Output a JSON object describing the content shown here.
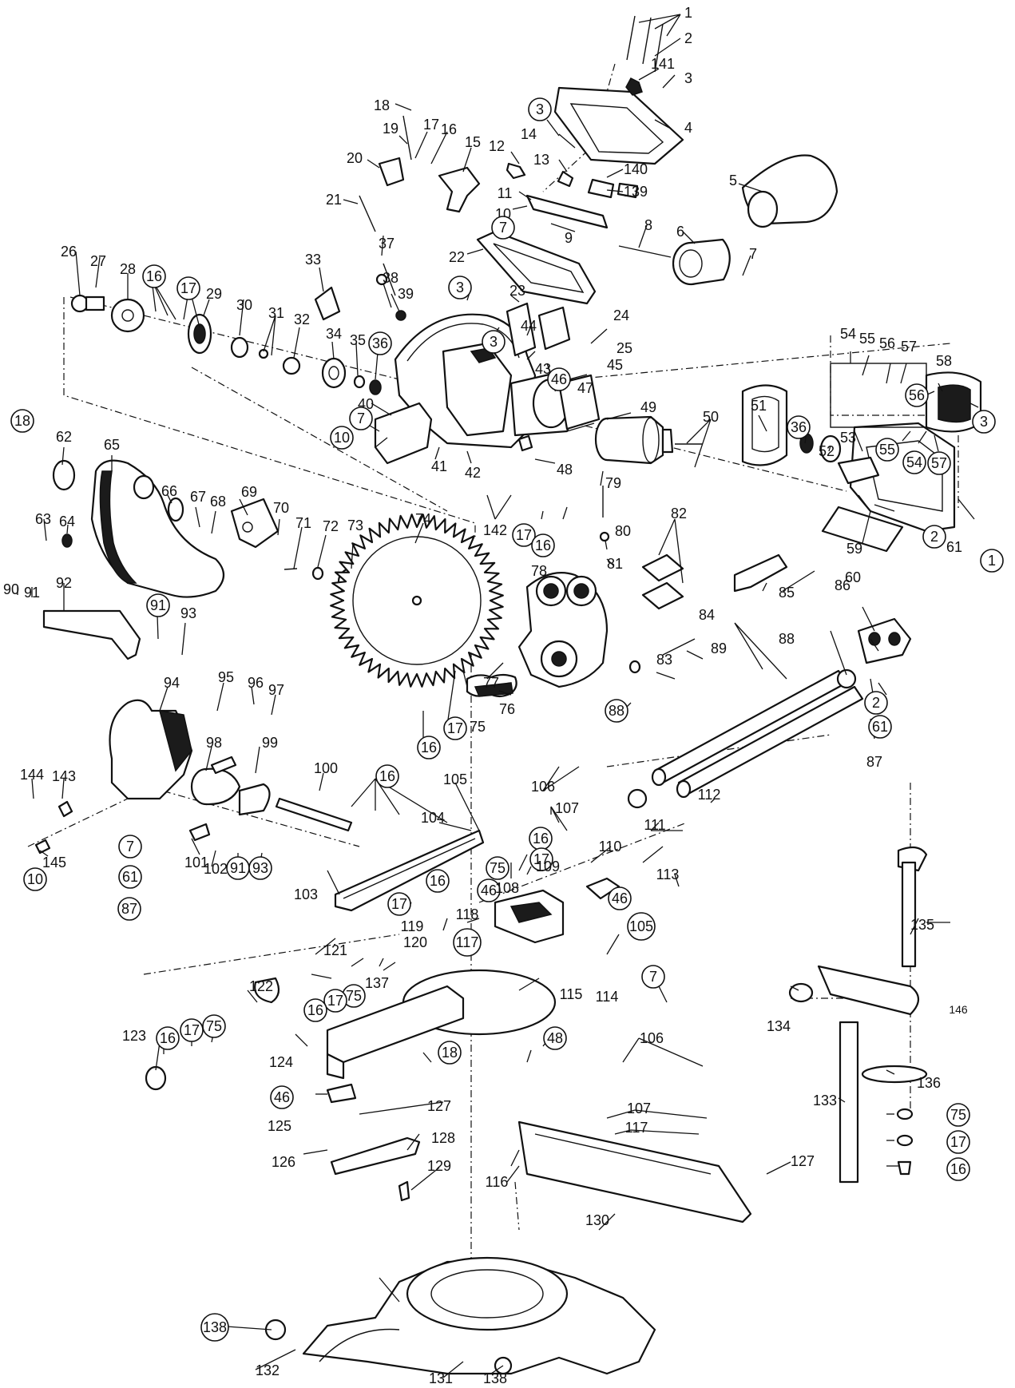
{
  "diagram": {
    "labels": [
      {
        "id": "c1",
        "text": "1"
      },
      {
        "id": "c2",
        "text": "2"
      },
      {
        "id": "c141",
        "text": "141"
      },
      {
        "id": "c3a",
        "text": "3"
      },
      {
        "id": "c4",
        "text": "4"
      },
      {
        "id": "c3b",
        "text": "3"
      },
      {
        "id": "c14",
        "text": "14"
      },
      {
        "id": "c13",
        "text": "13"
      },
      {
        "id": "c140",
        "text": "140"
      },
      {
        "id": "c139",
        "text": "139"
      },
      {
        "id": "c5",
        "text": "5"
      },
      {
        "id": "c6",
        "text": "6"
      },
      {
        "id": "c7a",
        "text": "7"
      },
      {
        "id": "c8",
        "text": "8"
      },
      {
        "id": "c18a",
        "text": "18"
      },
      {
        "id": "c19",
        "text": "19"
      },
      {
        "id": "c17a",
        "text": "17"
      },
      {
        "id": "c16a",
        "text": "16"
      },
      {
        "id": "c15",
        "text": "15"
      },
      {
        "id": "c12",
        "text": "12"
      },
      {
        "id": "c20",
        "text": "20"
      },
      {
        "id": "c11",
        "text": "11"
      },
      {
        "id": "c21",
        "text": "21"
      },
      {
        "id": "c10a",
        "text": "10"
      },
      {
        "id": "c7b",
        "text": "7"
      },
      {
        "id": "c9",
        "text": "9"
      },
      {
        "id": "c22",
        "text": "22"
      },
      {
        "id": "c37",
        "text": "37"
      },
      {
        "id": "c33",
        "text": "33"
      },
      {
        "id": "c26",
        "text": "26"
      },
      {
        "id": "c27",
        "text": "27"
      },
      {
        "id": "c28",
        "text": "28"
      },
      {
        "id": "c16b",
        "text": "16"
      },
      {
        "id": "c17b",
        "text": "17"
      },
      {
        "id": "c29",
        "text": "29"
      },
      {
        "id": "c30",
        "text": "30"
      },
      {
        "id": "c31",
        "text": "31"
      },
      {
        "id": "c32",
        "text": "32"
      },
      {
        "id": "c38",
        "text": "38"
      },
      {
        "id": "c39",
        "text": "39"
      },
      {
        "id": "c3c",
        "text": "3"
      },
      {
        "id": "c23",
        "text": "23"
      },
      {
        "id": "c24",
        "text": "24"
      },
      {
        "id": "c3d",
        "text": "3"
      },
      {
        "id": "c44",
        "text": "44"
      },
      {
        "id": "c25",
        "text": "25"
      },
      {
        "id": "c34",
        "text": "34"
      },
      {
        "id": "c35",
        "text": "35"
      },
      {
        "id": "c36a",
        "text": "36"
      },
      {
        "id": "c45",
        "text": "45"
      },
      {
        "id": "c43",
        "text": "43"
      },
      {
        "id": "c46a",
        "text": "46"
      },
      {
        "id": "c47",
        "text": "47"
      },
      {
        "id": "c40",
        "text": "40"
      },
      {
        "id": "c7c",
        "text": "7"
      },
      {
        "id": "c10b",
        "text": "10"
      },
      {
        "id": "c41",
        "text": "41"
      },
      {
        "id": "c42",
        "text": "42"
      },
      {
        "id": "c48a",
        "text": "48"
      },
      {
        "id": "c49",
        "text": "49"
      },
      {
        "id": "c50",
        "text": "50"
      },
      {
        "id": "c51",
        "text": "51"
      },
      {
        "id": "c36b",
        "text": "36"
      },
      {
        "id": "c52",
        "text": "52"
      },
      {
        "id": "c53",
        "text": "53"
      },
      {
        "id": "c54a",
        "text": "54"
      },
      {
        "id": "c55a",
        "text": "55"
      },
      {
        "id": "c56a",
        "text": "56"
      },
      {
        "id": "c57a",
        "text": "57"
      },
      {
        "id": "c58",
        "text": "58"
      },
      {
        "id": "c56b",
        "text": "56"
      },
      {
        "id": "c3e",
        "text": "3"
      },
      {
        "id": "c55b",
        "text": "55"
      },
      {
        "id": "c54b",
        "text": "54"
      },
      {
        "id": "c57b",
        "text": "57"
      },
      {
        "id": "c18b",
        "text": "18"
      },
      {
        "id": "c62",
        "text": "62"
      },
      {
        "id": "c65",
        "text": "65"
      },
      {
        "id": "c66",
        "text": "66"
      },
      {
        "id": "c67",
        "text": "67"
      },
      {
        "id": "c68",
        "text": "68"
      },
      {
        "id": "c69",
        "text": "69"
      },
      {
        "id": "c70",
        "text": "70"
      },
      {
        "id": "c71",
        "text": "71"
      },
      {
        "id": "c72",
        "text": "72"
      },
      {
        "id": "c73",
        "text": "73"
      },
      {
        "id": "c74",
        "text": "74"
      },
      {
        "id": "c63",
        "text": "63"
      },
      {
        "id": "c64",
        "text": "64"
      },
      {
        "id": "c142",
        "text": "142"
      },
      {
        "id": "c17c",
        "text": "17"
      },
      {
        "id": "c16c",
        "text": "16"
      },
      {
        "id": "c79",
        "text": "79"
      },
      {
        "id": "c80",
        "text": "80"
      },
      {
        "id": "c81",
        "text": "81"
      },
      {
        "id": "c82",
        "text": "82"
      },
      {
        "id": "c59",
        "text": "59"
      },
      {
        "id": "c2b",
        "text": "2"
      },
      {
        "id": "c61a",
        "text": "61"
      },
      {
        "id": "c1b",
        "text": "1"
      },
      {
        "id": "c60",
        "text": "60"
      },
      {
        "id": "c85",
        "text": "85"
      },
      {
        "id": "c86",
        "text": "86"
      },
      {
        "id": "c78",
        "text": "78"
      },
      {
        "id": "c84",
        "text": "84"
      },
      {
        "id": "c83",
        "text": "83"
      },
      {
        "id": "c88a",
        "text": "88"
      },
      {
        "id": "c89",
        "text": "89"
      },
      {
        "id": "c2c",
        "text": "2"
      },
      {
        "id": "c61b",
        "text": "61"
      },
      {
        "id": "c87a",
        "text": "87"
      },
      {
        "id": "c77",
        "text": "77"
      },
      {
        "id": "c76",
        "text": "76"
      },
      {
        "id": "c75a",
        "text": "75"
      },
      {
        "id": "c17d",
        "text": "17"
      },
      {
        "id": "c16d",
        "text": "16"
      },
      {
        "id": "c90",
        "text": "90"
      },
      {
        "id": "c91a",
        "text": "91"
      },
      {
        "id": "c92",
        "text": "92"
      },
      {
        "id": "c91b",
        "text": "91"
      },
      {
        "id": "c93a",
        "text": "93"
      },
      {
        "id": "c94",
        "text": "94"
      },
      {
        "id": "c95",
        "text": "95"
      },
      {
        "id": "c96",
        "text": "96"
      },
      {
        "id": "c97",
        "text": "97"
      },
      {
        "id": "c88b",
        "text": "88"
      },
      {
        "id": "c106a",
        "text": "106"
      },
      {
        "id": "c107a",
        "text": "107"
      },
      {
        "id": "c144",
        "text": "144"
      },
      {
        "id": "c143",
        "text": "143"
      },
      {
        "id": "c98",
        "text": "98"
      },
      {
        "id": "c99",
        "text": "99"
      },
      {
        "id": "c100",
        "text": "100"
      },
      {
        "id": "c16e",
        "text": "16"
      },
      {
        "id": "c105a",
        "text": "105"
      },
      {
        "id": "c16f",
        "text": "16"
      },
      {
        "id": "c17e",
        "text": "17"
      },
      {
        "id": "c111",
        "text": "111"
      },
      {
        "id": "c112",
        "text": "112"
      },
      {
        "id": "c145",
        "text": "145"
      },
      {
        "id": "c101",
        "text": "101"
      },
      {
        "id": "c102",
        "text": "102"
      },
      {
        "id": "c91c",
        "text": "91"
      },
      {
        "id": "c93b",
        "text": "93"
      },
      {
        "id": "c104",
        "text": "104"
      },
      {
        "id": "c75b",
        "text": "75"
      },
      {
        "id": "c110",
        "text": "110"
      },
      {
        "id": "c113",
        "text": "113"
      },
      {
        "id": "c10c",
        "text": "10"
      },
      {
        "id": "c61c",
        "text": "61"
      },
      {
        "id": "c7d",
        "text": "7"
      },
      {
        "id": "c87b",
        "text": "87"
      },
      {
        "id": "c103",
        "text": "103"
      },
      {
        "id": "c16g",
        "text": "16"
      },
      {
        "id": "c46b",
        "text": "46"
      },
      {
        "id": "c108",
        "text": "108"
      },
      {
        "id": "c109",
        "text": "109"
      },
      {
        "id": "c17f",
        "text": "17"
      },
      {
        "id": "c119",
        "text": "119"
      },
      {
        "id": "c120",
        "text": "120"
      },
      {
        "id": "c118",
        "text": "118"
      },
      {
        "id": "c117a",
        "text": "117"
      },
      {
        "id": "c46c",
        "text": "46"
      },
      {
        "id": "c105b",
        "text": "105"
      },
      {
        "id": "c135",
        "text": "135"
      },
      {
        "id": "c121",
        "text": "121"
      },
      {
        "id": "c122",
        "text": "122"
      },
      {
        "id": "c137",
        "text": "137"
      },
      {
        "id": "c75c",
        "text": "75"
      },
      {
        "id": "c17g",
        "text": "17"
      },
      {
        "id": "c16h",
        "text": "16"
      },
      {
        "id": "c115",
        "text": "115"
      },
      {
        "id": "c114",
        "text": "114"
      },
      {
        "id": "c7e",
        "text": "7"
      },
      {
        "id": "c134",
        "text": "134"
      },
      {
        "id": "c146",
        "text": "146"
      },
      {
        "id": "c123",
        "text": "123"
      },
      {
        "id": "c16i",
        "text": "16"
      },
      {
        "id": "c17h",
        "text": "17"
      },
      {
        "id": "c75d",
        "text": "75"
      },
      {
        "id": "c124",
        "text": "124"
      },
      {
        "id": "c18c",
        "text": "18"
      },
      {
        "id": "c48b",
        "text": "48"
      },
      {
        "id": "c106b",
        "text": "106"
      },
      {
        "id": "c136",
        "text": "136"
      },
      {
        "id": "c133",
        "text": "133"
      },
      {
        "id": "c46d",
        "text": "46"
      },
      {
        "id": "c127a",
        "text": "127"
      },
      {
        "id": "c107b",
        "text": "107"
      },
      {
        "id": "c75e",
        "text": "75"
      },
      {
        "id": "c125",
        "text": "125"
      },
      {
        "id": "c117b",
        "text": "117"
      },
      {
        "id": "c17i",
        "text": "17"
      },
      {
        "id": "c128",
        "text": "128"
      },
      {
        "id": "c16j",
        "text": "16"
      },
      {
        "id": "c126",
        "text": "126"
      },
      {
        "id": "c129",
        "text": "129"
      },
      {
        "id": "c116",
        "text": "116"
      },
      {
        "id": "c127b",
        "text": "127"
      },
      {
        "id": "c130",
        "text": "130"
      },
      {
        "id": "c138a",
        "text": "138"
      },
      {
        "id": "c132",
        "text": "132"
      },
      {
        "id": "c131",
        "text": "131"
      },
      {
        "id": "c138b",
        "text": "138"
      }
    ]
  }
}
